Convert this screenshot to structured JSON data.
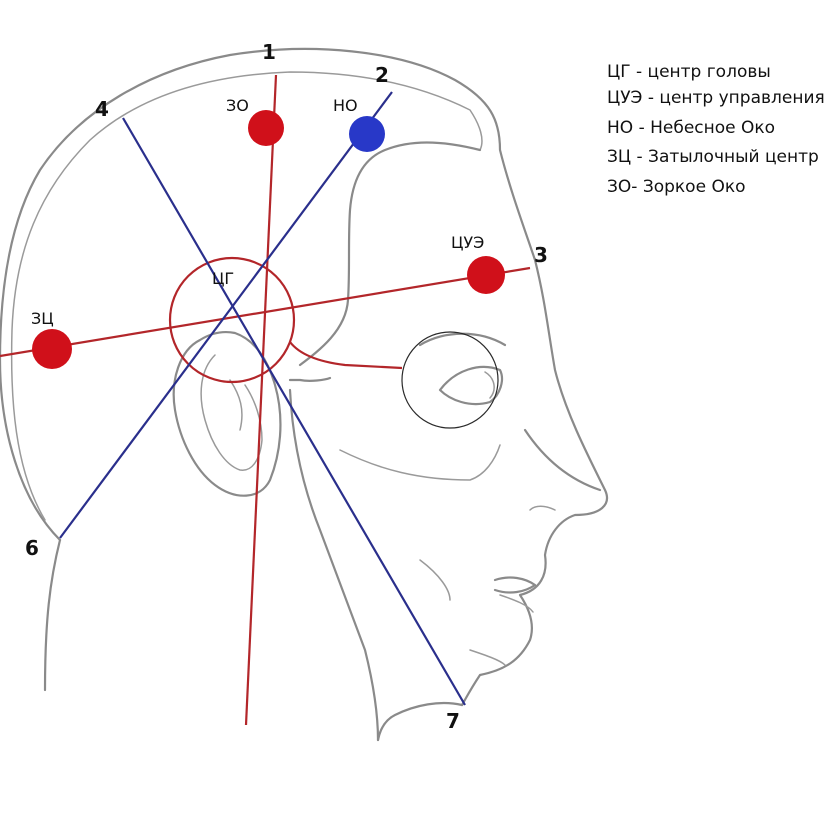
{
  "colors": {
    "red": "#d0101a",
    "blue": "#2838c8",
    "line_red": "#b3262a",
    "line_blue": "#2a2f8c",
    "sketch": "#8a8a8a",
    "text": "#111111"
  },
  "points": {
    "zo": "ЗО",
    "no": "НО",
    "cue": "ЦУЭ",
    "cg": "ЦГ",
    "zc": "ЗЦ"
  },
  "numbers": [
    "1",
    "2",
    "3",
    "4",
    "6",
    "7"
  ],
  "legend": [
    "ЦГ - центр головы",
    "ЦУЭ - центр управления",
    "НО - Небесное Око",
    "ЗЦ - Затылочный центр",
    "ЗО- Зоркое Око"
  ]
}
